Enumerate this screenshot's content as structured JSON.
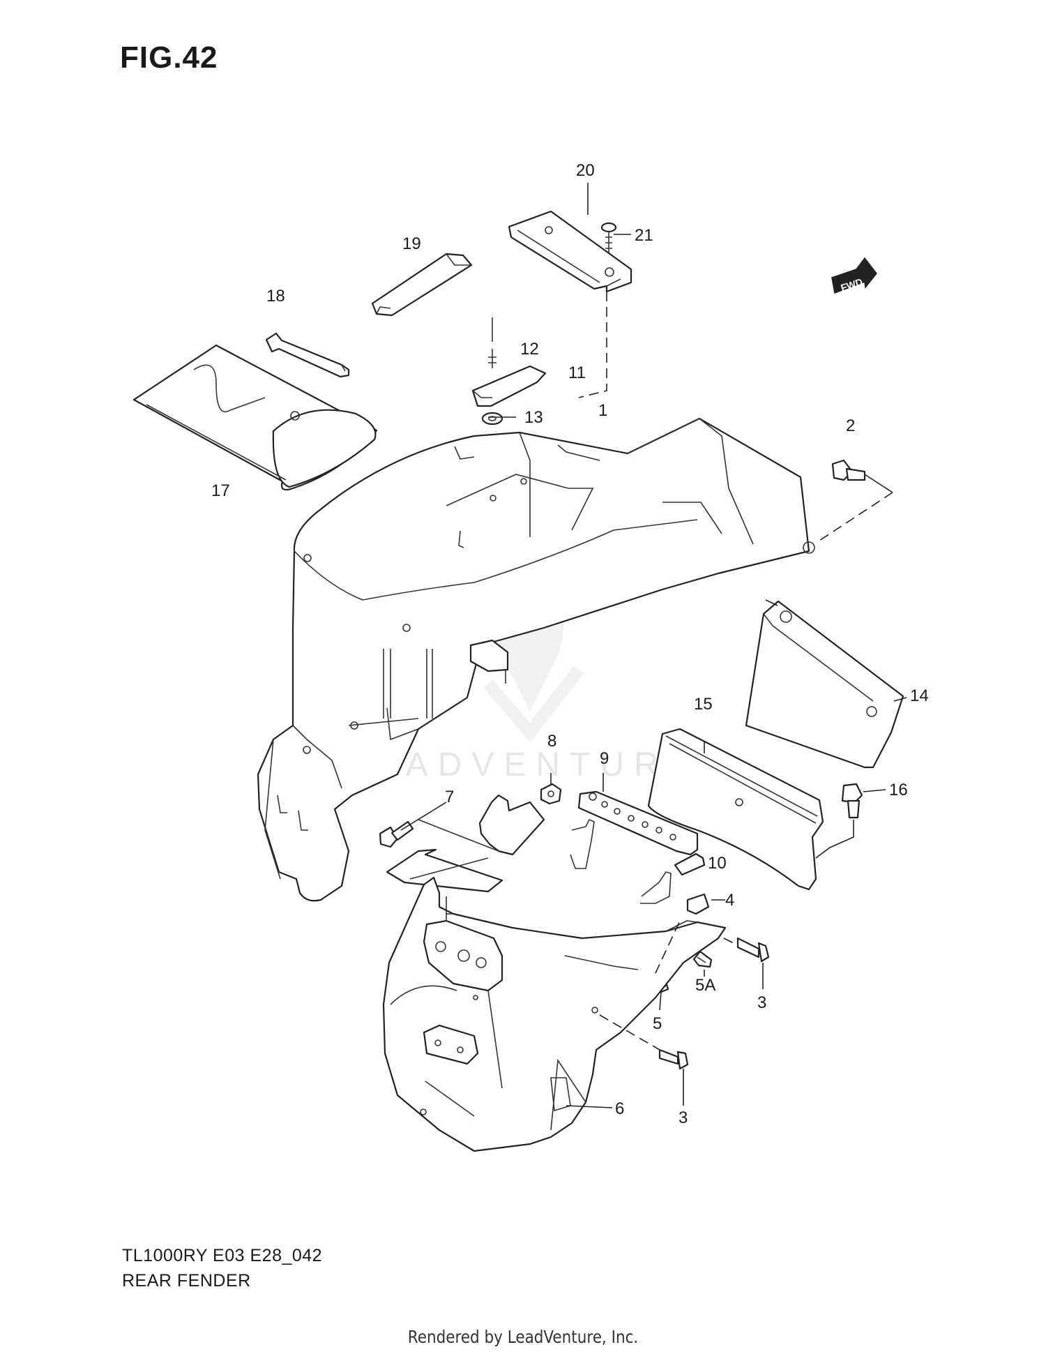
{
  "figure": {
    "title": "FIG.42",
    "model_code": "TL1000RY E03 E28_042",
    "caption": "REAR FENDER",
    "footer": "Rendered by LeadVenture, Inc.",
    "watermark": "LEADVENTURE",
    "fwd_label": "FWD"
  },
  "callouts": [
    "20",
    "21",
    "19",
    "18",
    "12",
    "11",
    "13",
    "1",
    "2",
    "17",
    "14",
    "15",
    "8",
    "9",
    "16",
    "7",
    "10",
    "4",
    "5A",
    "3",
    "5",
    "6",
    "3"
  ]
}
